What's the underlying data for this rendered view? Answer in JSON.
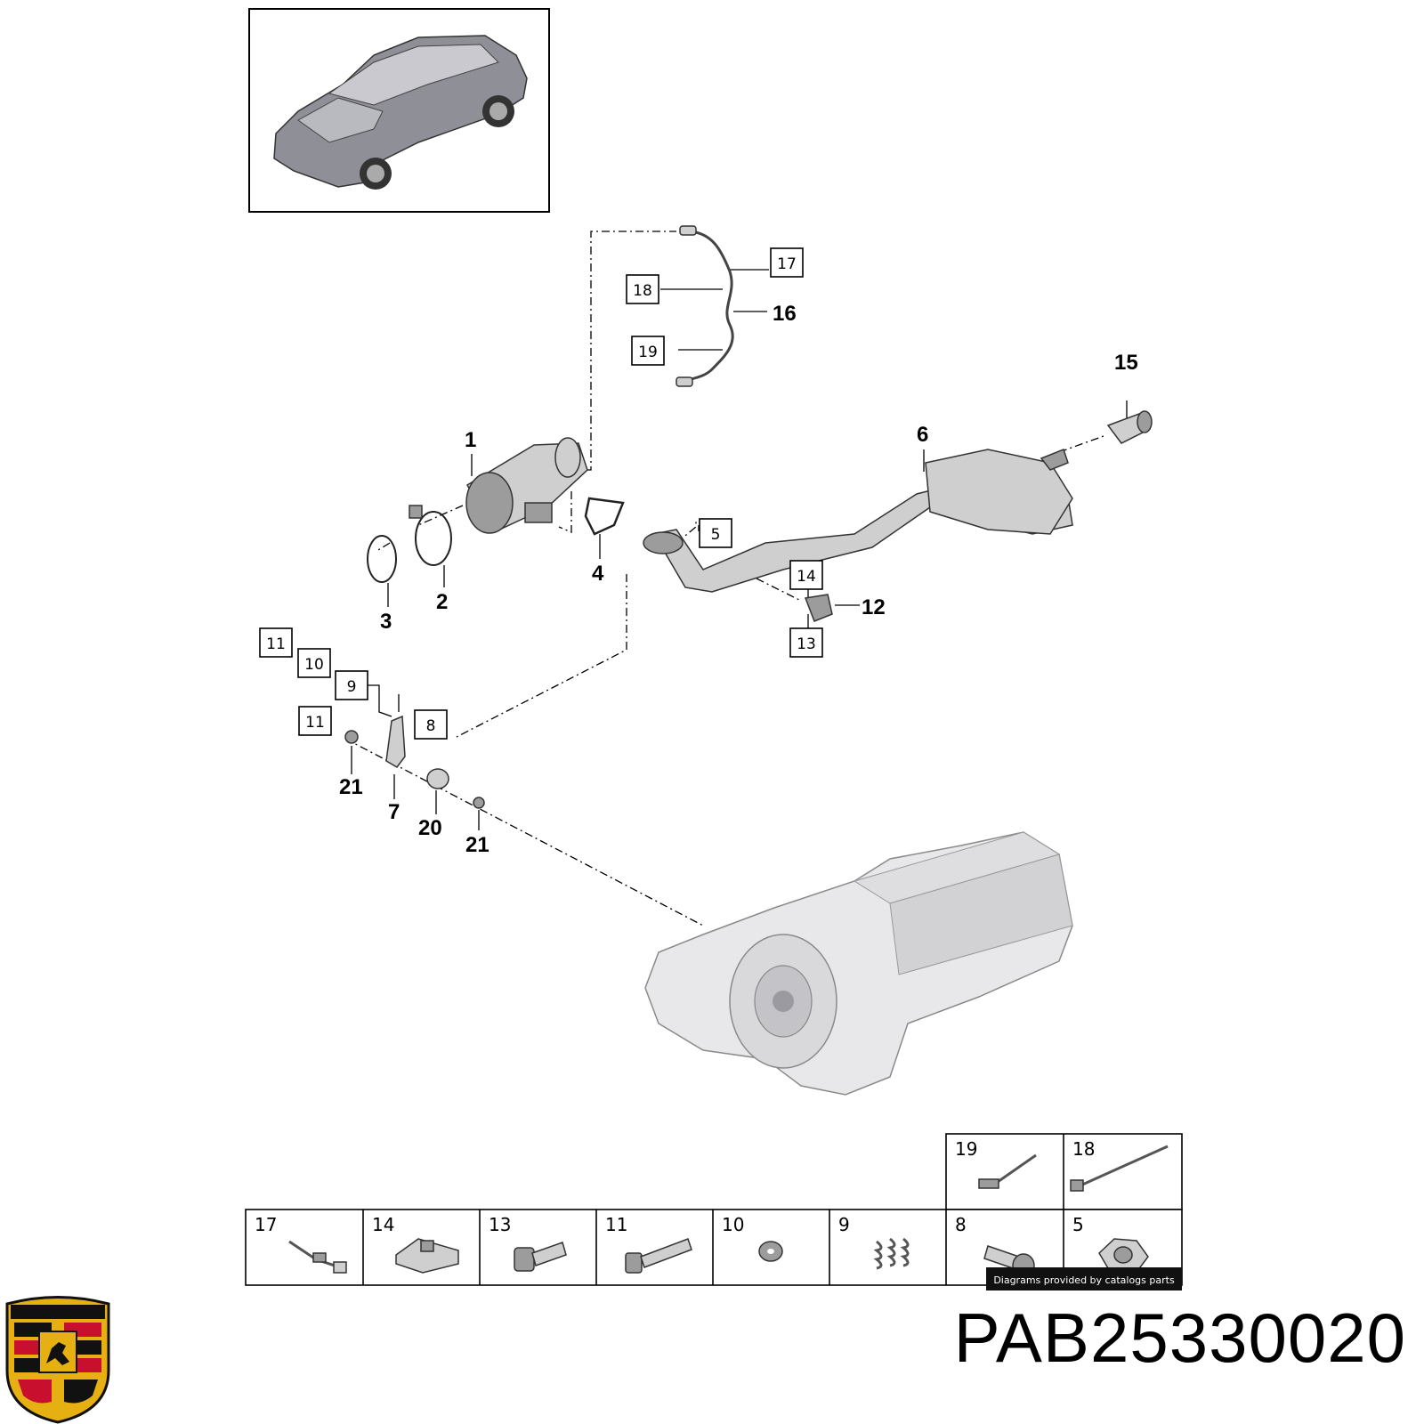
{
  "part_number": "PAB25330020",
  "credit": "Diagrams provided by catalogs parts",
  "callouts": {
    "boxed": [
      {
        "id": "c17",
        "label": "17"
      },
      {
        "id": "c18",
        "label": "18"
      },
      {
        "id": "c19",
        "label": "19"
      },
      {
        "id": "c5",
        "label": "5"
      },
      {
        "id": "c14",
        "label": "14"
      },
      {
        "id": "c13",
        "label": "13"
      },
      {
        "id": "c11a",
        "label": "11"
      },
      {
        "id": "c10",
        "label": "10"
      },
      {
        "id": "c9",
        "label": "9"
      },
      {
        "id": "c11b",
        "label": "11"
      },
      {
        "id": "c8",
        "label": "8"
      }
    ],
    "plain": [
      {
        "id": "p16",
        "label": "16"
      },
      {
        "id": "p15",
        "label": "15"
      },
      {
        "id": "p6",
        "label": "6"
      },
      {
        "id": "p1",
        "label": "1"
      },
      {
        "id": "p4",
        "label": "4"
      },
      {
        "id": "p3",
        "label": "3"
      },
      {
        "id": "p2",
        "label": "2"
      },
      {
        "id": "p12",
        "label": "12"
      },
      {
        "id": "p21a",
        "label": "21"
      },
      {
        "id": "p7",
        "label": "7"
      },
      {
        "id": "p20",
        "label": "20"
      },
      {
        "id": "p21b",
        "label": "21"
      }
    ]
  },
  "legend": {
    "top_row": [
      {
        "label": "19",
        "icon": "cable-tie-icon"
      },
      {
        "label": "18",
        "icon": "cable-tie-long-icon"
      }
    ],
    "bottom_row": [
      {
        "label": "17",
        "icon": "cable-clip-icon"
      },
      {
        "label": "14",
        "icon": "bracket-plate-icon"
      },
      {
        "label": "13",
        "icon": "bolt-flange-icon"
      },
      {
        "label": "11",
        "icon": "bolt-long-icon"
      },
      {
        "label": "10",
        "icon": "washer-icon"
      },
      {
        "label": "9",
        "icon": "spring-icon"
      },
      {
        "label": "8",
        "icon": "shoulder-bolt-icon"
      },
      {
        "label": "5",
        "icon": "hex-nut-icon"
      }
    ]
  },
  "logo": {
    "name": "porsche-crest-icon",
    "colors": {
      "gold": "#e6b012",
      "red": "#c8102e",
      "black": "#111111"
    }
  }
}
